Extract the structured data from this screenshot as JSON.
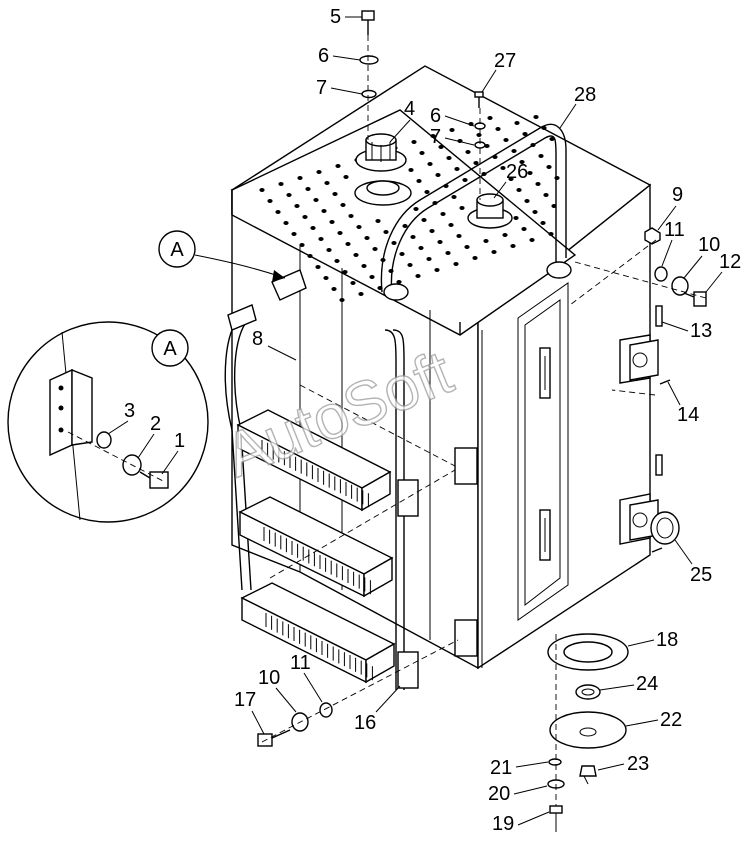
{
  "callouts": [
    "1",
    "2",
    "3",
    "4",
    "5",
    "6",
    "7",
    "8",
    "9",
    "10",
    "11",
    "12",
    "13",
    "14",
    "16",
    "17",
    "18",
    "19",
    "20",
    "21",
    "22",
    "23",
    "24",
    "25",
    "26",
    "27",
    "28"
  ],
  "labels": {
    "c5": "5",
    "c6a": "6",
    "c7a": "7",
    "c4": "4",
    "c27": "27",
    "c6b": "6",
    "c7b": "7",
    "c28": "28",
    "c26": "26",
    "c9": "9",
    "c11a": "11",
    "c10a": "10",
    "c12": "12",
    "c13": "13",
    "c14": "14",
    "c25": "25",
    "c18": "18",
    "c24": "24",
    "c22": "22",
    "c23": "23",
    "c21": "21",
    "c20": "20",
    "c19": "19",
    "c16": "16",
    "c11b": "11",
    "c10b": "10",
    "c17": "17",
    "c8": "8",
    "c3": "3",
    "c2": "2",
    "c1": "1"
  },
  "detail_marker": "A",
  "detail_view_label": "A",
  "watermark": "AutoSoft"
}
